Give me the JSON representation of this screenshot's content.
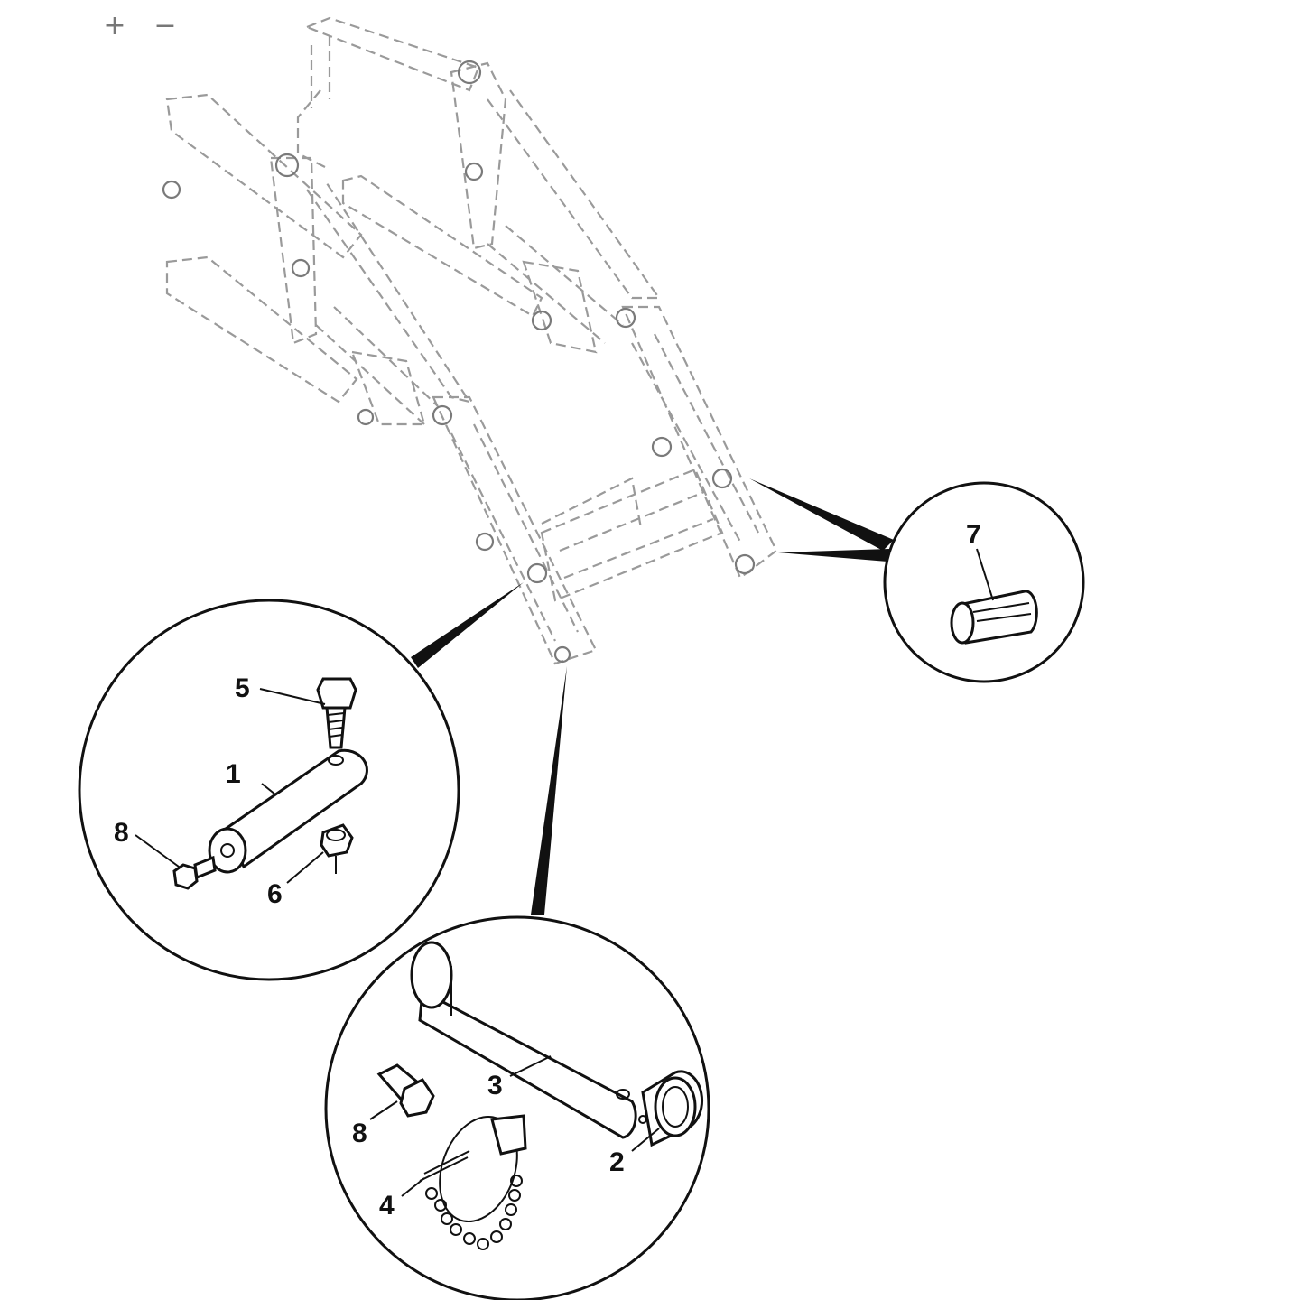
{
  "toolbar": {
    "zoom_in_label": "+",
    "zoom_out_label": "−"
  },
  "callouts": {
    "c1": "1",
    "c2": "2",
    "c3": "3",
    "c4": "4",
    "c5": "5",
    "c6": "6",
    "c7": "7",
    "c8a": "8",
    "c8b": "8"
  },
  "colors": {
    "highlight": "#e00000",
    "line": "#111111",
    "frame": "#9a9a9a"
  }
}
